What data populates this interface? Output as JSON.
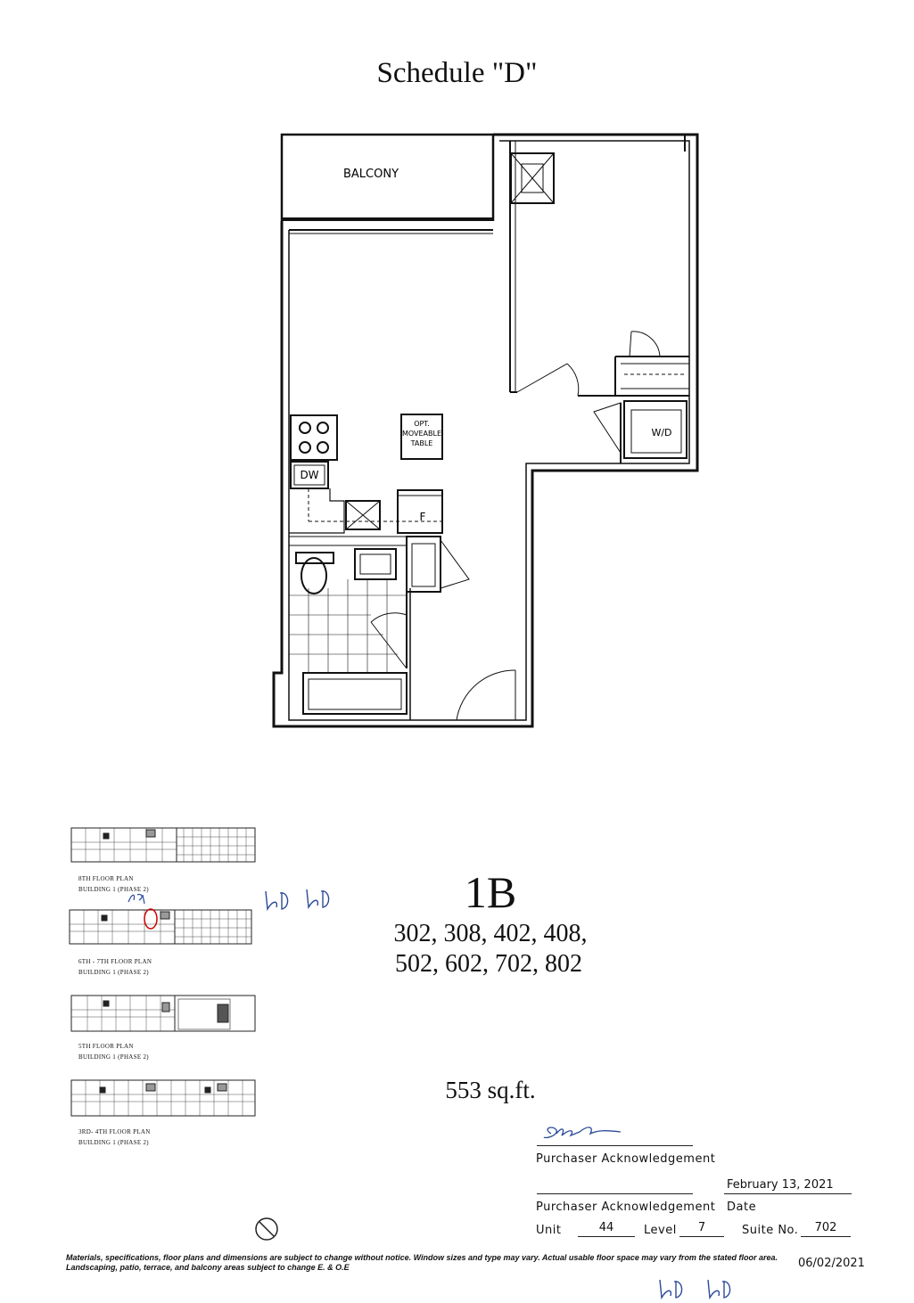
{
  "schedule_title": "Schedule \"D\"",
  "plan": {
    "balcony_label": "BALCONY",
    "table_label": [
      "OPT.",
      "MOVEABLE",
      "TABLE"
    ],
    "dw_label": "DW",
    "fridge_label": "F",
    "laundry_label": "W/D"
  },
  "unit": {
    "name": "1B",
    "suites_line1": "302, 308, 402, 408,",
    "suites_line2": "502, 602, 702, 802",
    "area": "553 sq.ft."
  },
  "keyplans": [
    {
      "label1": "8TH FLOOR PLAN",
      "label2": "BUILDING 1 (PHASE 2)"
    },
    {
      "label1": "6TH - 7TH FLOOR PLAN",
      "label2": "BUILDING 1 (PHASE 2)"
    },
    {
      "label1": "5TH FLOOR PLAN",
      "label2": "BUILDING 1 (PHASE 2)"
    },
    {
      "label1": "3RD- 4TH FLOOR PLAN",
      "label2": "BUILDING 1 (PHASE 2)"
    }
  ],
  "acknowledgement": {
    "purchaser_label_1": "Purchaser Acknowledgement",
    "purchaser_label_2": "Purchaser Acknowledgement",
    "date_value": "February 13, 2021",
    "date_label": "Date",
    "unit_label": "Unit",
    "unit_value": "44",
    "level_label": "Level",
    "level_value": "7",
    "suite_label": "Suite No.",
    "suite_value": "702"
  },
  "disclaimer_line1": "Materials, specifications, floor plans and dimensions are subject to change without notice. Window sizes and type may vary. Actual usable floor space may vary from the stated floor area.",
  "disclaimer_line2": "Landscaping, patio, terrace, and balcony areas subject to change E. & O.E",
  "print_date": "06/02/2021"
}
